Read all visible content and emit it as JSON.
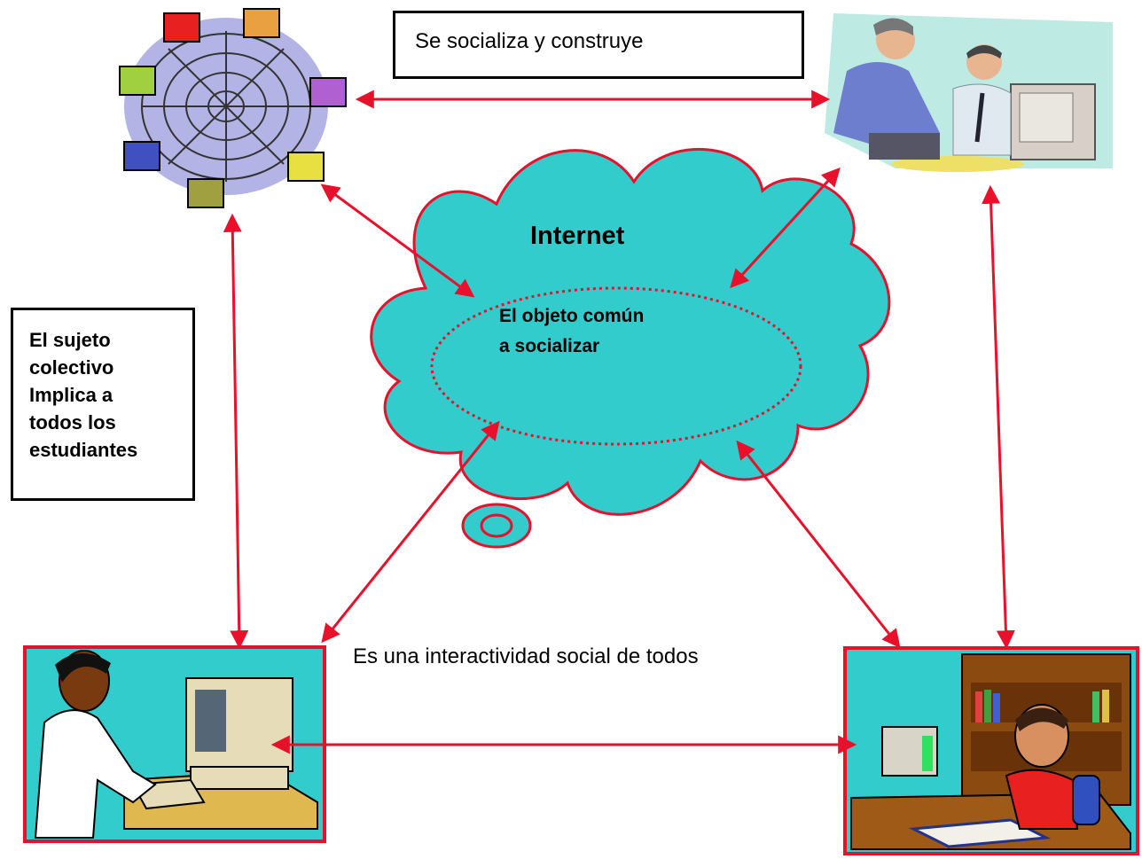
{
  "top_box": {
    "text": "Se socializa y construye"
  },
  "left_box": {
    "text": "El sujeto\ncolectivo\nImplica a\ntodos los\nestudiantes"
  },
  "cloud": {
    "title": "Internet",
    "inner_text": "El  objeto común\na  socializar",
    "fill": "#33CCCC",
    "stroke": "#E8102A"
  },
  "bottom_label": "Es una interactividad social de todos",
  "colors": {
    "arrow": "#E8102A",
    "frame_bg": "#33CCCC",
    "frame_border": "#E8102A"
  },
  "icons": [
    "computer-network-icon",
    "office-workers-icon",
    "student-computer-icon",
    "student-desk-icon"
  ]
}
